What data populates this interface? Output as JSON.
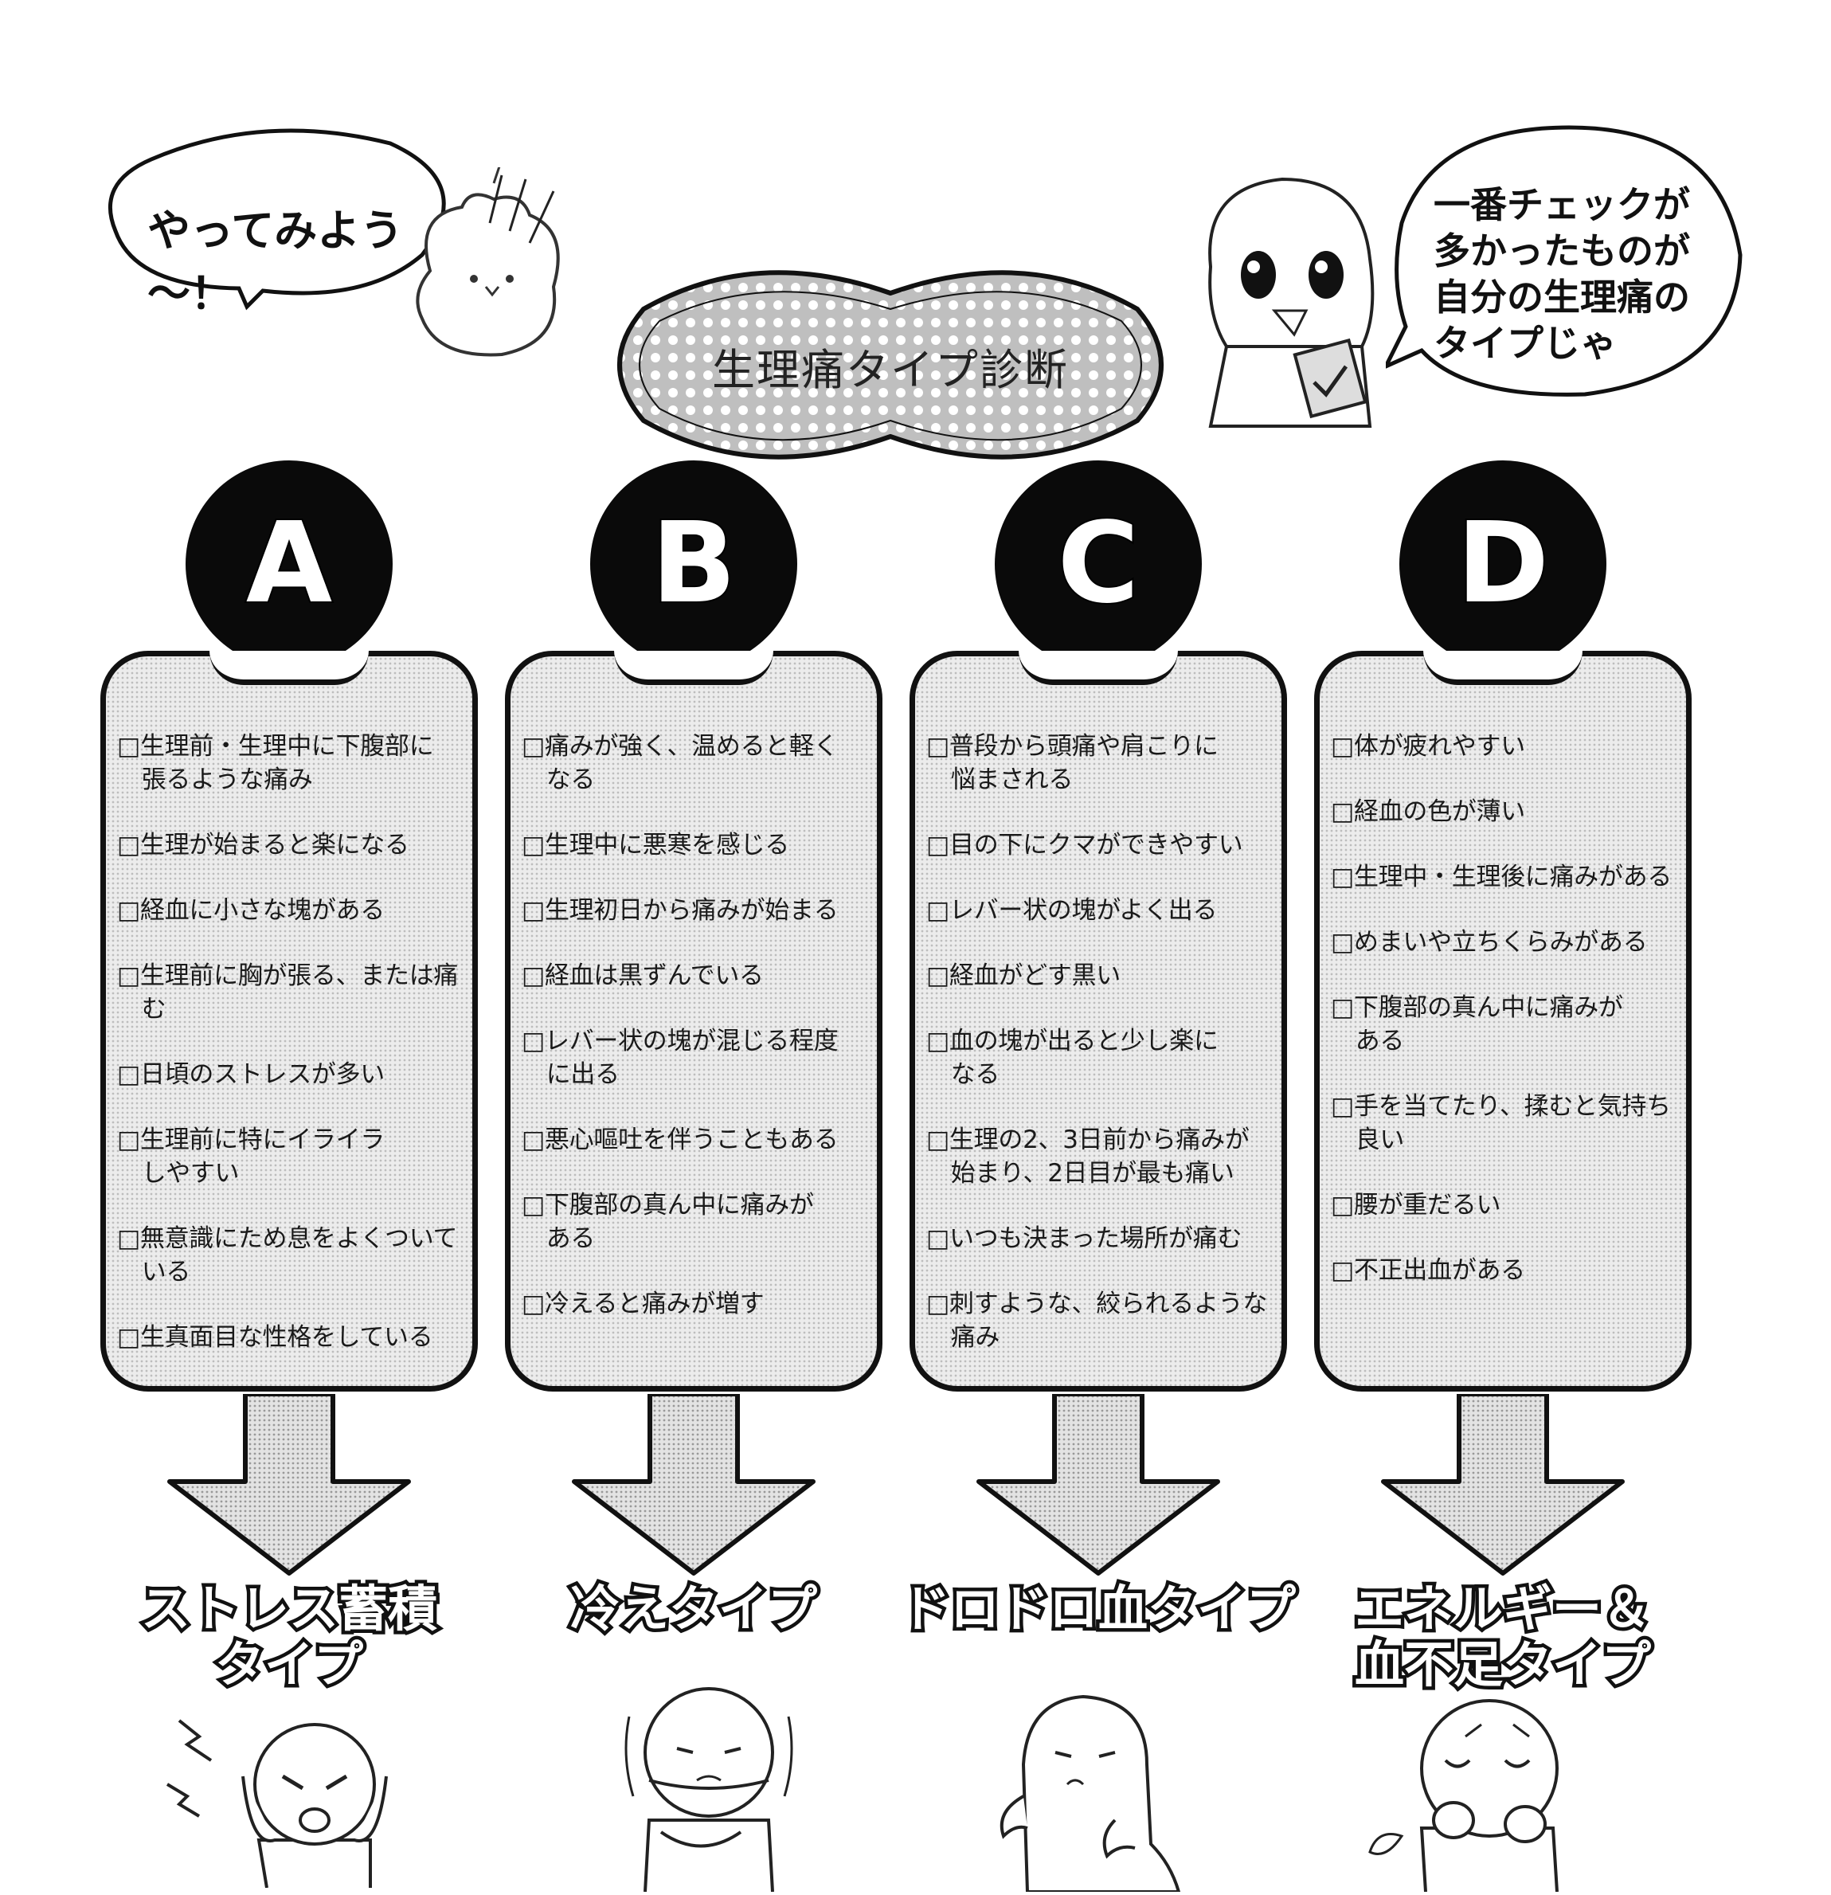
{
  "bubbles": {
    "left": "やってみよう～！",
    "right": "一番チェックが\n多かったものが\n自分の生理痛の\nタイプじゃ"
  },
  "title": "生理痛タイプ診断",
  "columns": [
    {
      "letter": "A",
      "items": [
        "□生理前・生理中に下腹部に\n　張るような痛み",
        "□生理が始まると楽になる",
        "□経血に小さな塊がある",
        "□生理前に胸が張る、または痛\n　む",
        "□日頃のストレスが多い",
        "□生理前に特にイライラ\n　しやすい",
        "□無意識にため息をよくついて\n　いる",
        "□生真面目な性格をしている"
      ],
      "result": "ストレス蓄積\nタイプ"
    },
    {
      "letter": "B",
      "items": [
        "□痛みが強く、温めると軽く\n　なる",
        "□生理中に悪寒を感じる",
        "□生理初日から痛みが始まる",
        "□経血は黒ずんでいる",
        "□レバー状の塊が混じる程度\n　に出る",
        "□悪心嘔吐を伴うこともある",
        "□下腹部の真ん中に痛みが\n　ある",
        "□冷えると痛みが増す"
      ],
      "result": "冷えタイプ"
    },
    {
      "letter": "C",
      "items": [
        "□普段から頭痛や肩こりに\n　悩まされる",
        "□目の下にクマができやすい",
        "□レバー状の塊がよく出る",
        "□経血がどす黒い",
        "□血の塊が出ると少し楽に\n　なる",
        "□生理の2、3日前から痛みが\n　始まり、2日目が最も痛い",
        "□いつも決まった場所が痛む",
        "□刺すような、絞られるような\n　痛み"
      ],
      "result": "ドロドロ血タイプ"
    },
    {
      "letter": "D",
      "items": [
        "□体が疲れやすい",
        "□経血の色が薄い",
        "□生理中・生理後に痛みがある",
        "□めまいや立ちくらみがある",
        "□下腹部の真ん中に痛みが\n　ある",
        "□手を当てたり、揉むと気持ち\n　良い",
        "□腰が重だるい",
        "□不正出血がある"
      ],
      "result": "エネルギー＆\n血不足タイプ"
    }
  ],
  "colors": {
    "ink": "#111111",
    "screentone": "#ececec",
    "badge": "#0a0a0a"
  }
}
